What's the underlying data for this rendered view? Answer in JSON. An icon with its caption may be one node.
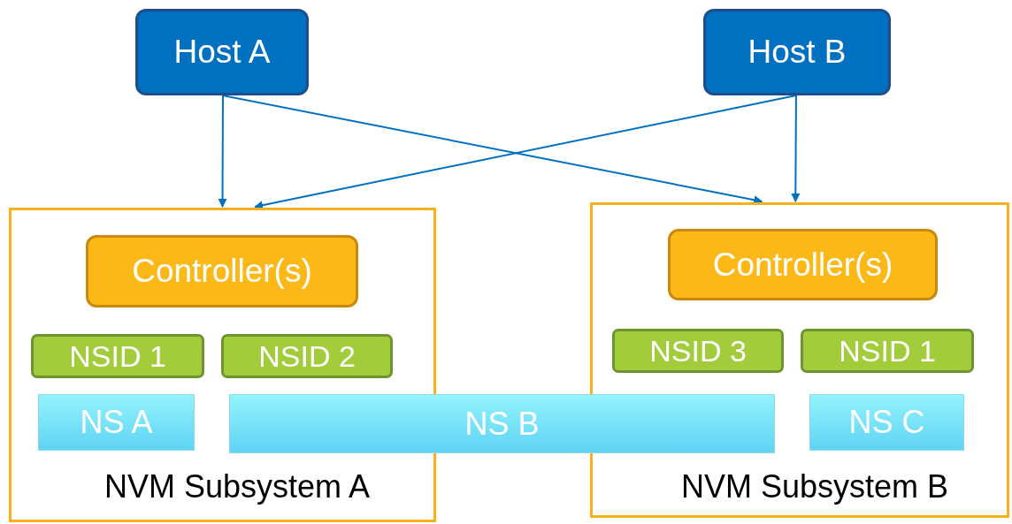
{
  "diagram": {
    "nodes": [
      {
        "text": [
          "Host A"
        ]
      },
      {
        "text": [
          "Host B"
        ]
      },
      {
        "text": [
          "NVM Subsystem A"
        ]
      },
      {
        "text": [
          "Controller(s)"
        ],
        "in": 2
      },
      {
        "text": [
          "NSID 1"
        ],
        "in": 2
      },
      {
        "text": [
          "NSID 2"
        ],
        "in": 2
      },
      {
        "text": [
          "NS A"
        ],
        "in": 2
      },
      {
        "text": [
          "NS B"
        ]
      },
      {
        "text": [
          "NVM Subsystem B"
        ]
      },
      {
        "text": [
          "Controller(s)"
        ],
        "in": 8
      },
      {
        "text": [
          "NSID 3"
        ],
        "in": 8
      },
      {
        "text": [
          "NSID 1"
        ],
        "in": 8
      },
      {
        "text": [
          "NS C"
        ],
        "in": 8
      }
    ],
    "edges": [
      {
        "from": 0,
        "to": 2,
        "arrow": "to"
      },
      {
        "from": 0,
        "to": 8,
        "arrow": "to"
      },
      {
        "from": 1,
        "to": 2,
        "arrow": "to"
      },
      {
        "from": 1,
        "to": 8,
        "arrow": "to"
      }
    ]
  }
}
